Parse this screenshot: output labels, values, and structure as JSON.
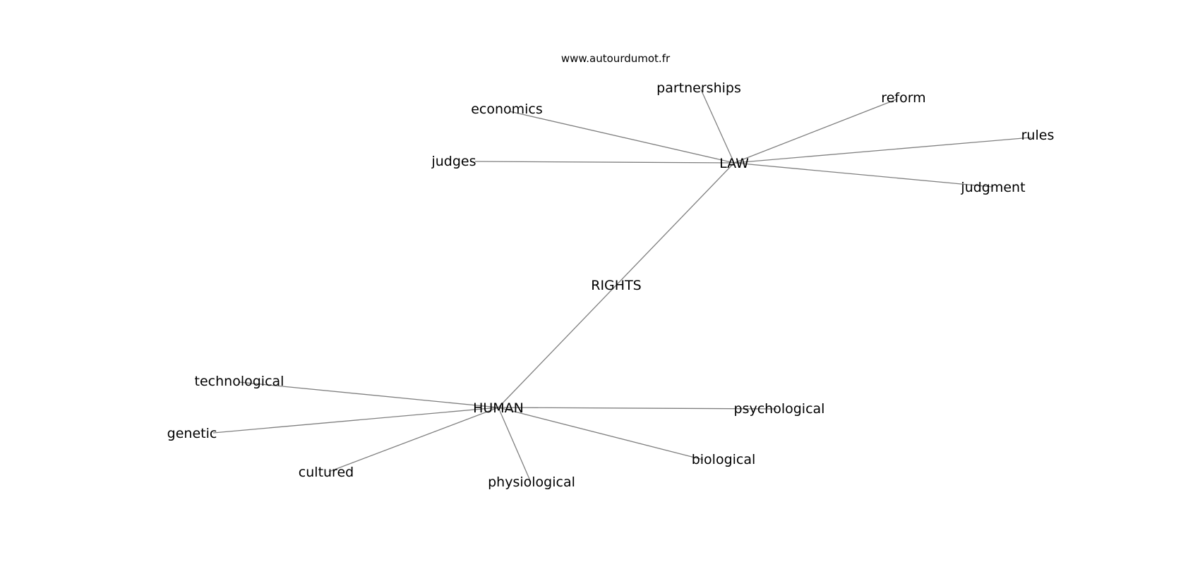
{
  "source": "www.autourdumot.fr",
  "nodes": [
    {
      "id": "law",
      "label": "LAW"
    },
    {
      "id": "human",
      "label": "HUMAN"
    },
    {
      "id": "rights",
      "label": "RIGHTS"
    },
    {
      "id": "partnerships",
      "label": "partnerships"
    },
    {
      "id": "reform",
      "label": "reform"
    },
    {
      "id": "economics",
      "label": "economics"
    },
    {
      "id": "rules",
      "label": "rules"
    },
    {
      "id": "judges",
      "label": "judges"
    },
    {
      "id": "judgment",
      "label": "judgment"
    },
    {
      "id": "technological",
      "label": "technological"
    },
    {
      "id": "psychological",
      "label": "psychological"
    },
    {
      "id": "genetic",
      "label": "genetic"
    },
    {
      "id": "biological",
      "label": "biological"
    },
    {
      "id": "cultured",
      "label": "cultured"
    },
    {
      "id": "physiological",
      "label": "physiological"
    }
  ],
  "edges": [
    [
      "law",
      "partnerships"
    ],
    [
      "law",
      "reform"
    ],
    [
      "law",
      "economics"
    ],
    [
      "law",
      "rules"
    ],
    [
      "law",
      "judges"
    ],
    [
      "law",
      "judgment"
    ],
    [
      "law",
      "human"
    ],
    [
      "human",
      "technological"
    ],
    [
      "human",
      "psychological"
    ],
    [
      "human",
      "genetic"
    ],
    [
      "human",
      "biological"
    ],
    [
      "human",
      "cultured"
    ],
    [
      "human",
      "physiological"
    ]
  ]
}
